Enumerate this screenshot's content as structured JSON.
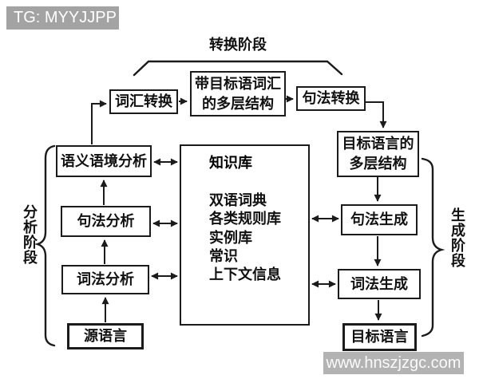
{
  "badge": {
    "label": "TG: MYYJJPP"
  },
  "phases": {
    "transfer": "转换阶段",
    "analysis": "分析阶段",
    "generation": "生成阶段"
  },
  "transfer_row": {
    "lexical_transfer": "词汇转换",
    "target_vocab_structure_line1": "带目标语词汇",
    "target_vocab_structure_line2": "的多层结构",
    "syntax_transfer": "句法转换"
  },
  "analysis_column": {
    "semantic_context_analysis": "语义语境分析",
    "syntax_analysis": "句法分析",
    "lexical_analysis": "词法分析",
    "source_language": "源语言"
  },
  "generation_column": {
    "target_structure_line1": "目标语言的",
    "target_structure_line2": "多层结构",
    "syntax_generation": "句法生成",
    "lexical_generation": "词法生成",
    "target_language": "目标语言"
  },
  "knowledge_base": {
    "title": "知识库",
    "items": [
      "双语词典",
      "各类规则库",
      "实例库",
      "常识",
      "上下文信息"
    ]
  },
  "watermark": {
    "text": "www.hnszjzgc.com"
  },
  "colors": {
    "line": "#1b1b1b",
    "badge_bg": "#a3a3a3",
    "watermark_bg": "#b3b3b3",
    "text": "#111111",
    "background": "#ffffff"
  }
}
